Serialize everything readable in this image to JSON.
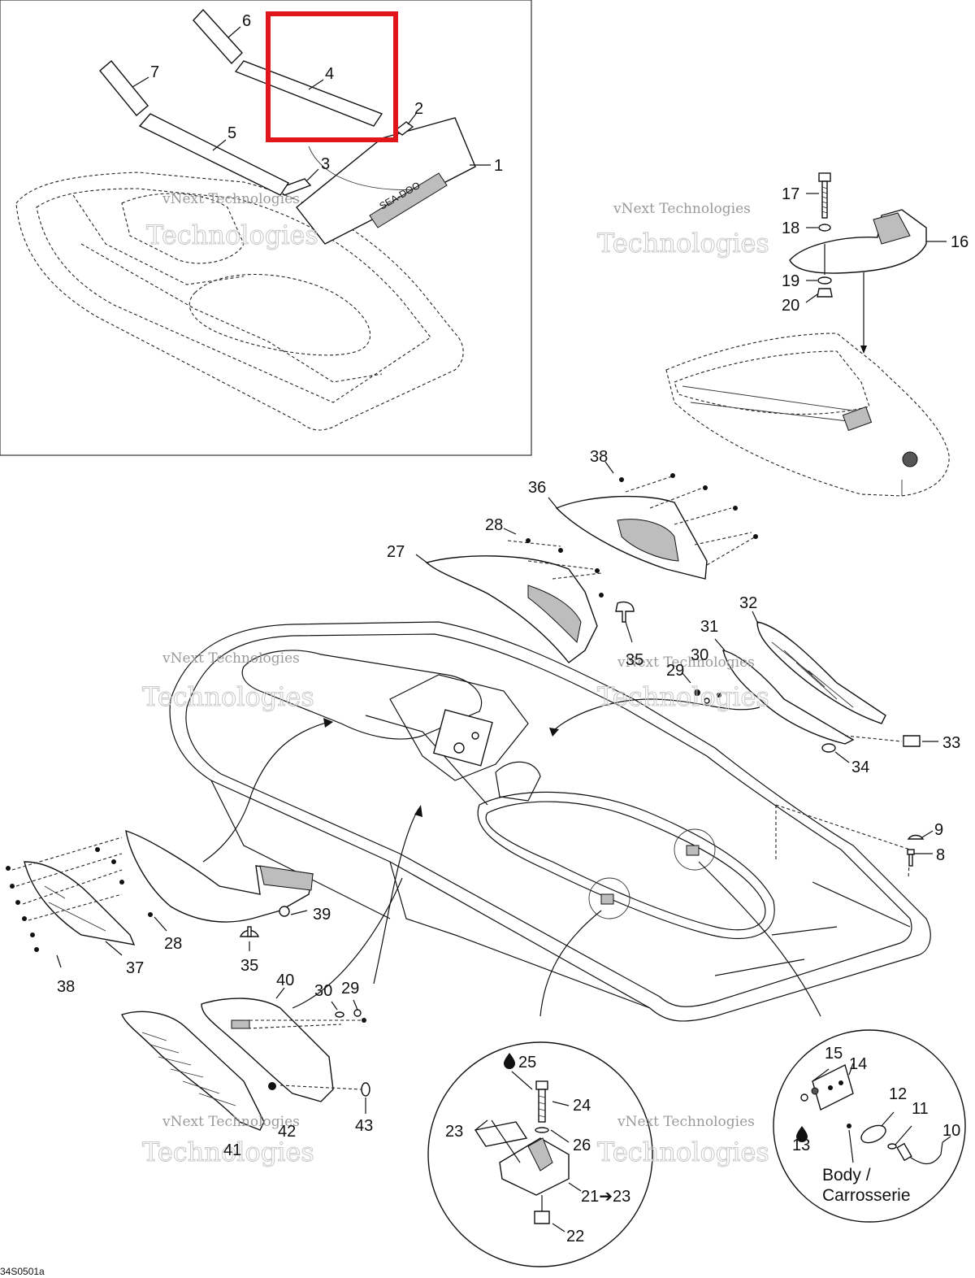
{
  "parts": [
    {
      "id": "label-1",
      "text": "1"
    },
    {
      "id": "label-2",
      "text": "2"
    },
    {
      "id": "label-3",
      "text": "3"
    },
    {
      "id": "label-4",
      "text": "4"
    },
    {
      "id": "label-5",
      "text": "5"
    },
    {
      "id": "label-6",
      "text": "6"
    },
    {
      "id": "label-7",
      "text": "7"
    },
    {
      "id": "label-8",
      "text": "8"
    },
    {
      "id": "label-9",
      "text": "9"
    },
    {
      "id": "label-10",
      "text": "10"
    },
    {
      "id": "label-11",
      "text": "11"
    },
    {
      "id": "label-12",
      "text": "12"
    },
    {
      "id": "label-13",
      "text": "13"
    },
    {
      "id": "label-14",
      "text": "14"
    },
    {
      "id": "label-15",
      "text": "15"
    },
    {
      "id": "label-16",
      "text": "16"
    },
    {
      "id": "label-17",
      "text": "17"
    },
    {
      "id": "label-18",
      "text": "18"
    },
    {
      "id": "label-19",
      "text": "19"
    },
    {
      "id": "label-20",
      "text": "20"
    },
    {
      "id": "label-21",
      "text": "21➔23"
    },
    {
      "id": "label-22",
      "text": "22"
    },
    {
      "id": "label-23",
      "text": "23"
    },
    {
      "id": "label-24",
      "text": "24"
    },
    {
      "id": "label-25",
      "text": "25"
    },
    {
      "id": "label-26",
      "text": "26"
    },
    {
      "id": "label-27",
      "text": "27"
    },
    {
      "id": "label-28a",
      "text": "28"
    },
    {
      "id": "label-28b",
      "text": "28"
    },
    {
      "id": "label-29a",
      "text": "29"
    },
    {
      "id": "label-29b",
      "text": "29"
    },
    {
      "id": "label-30a",
      "text": "30"
    },
    {
      "id": "label-30b",
      "text": "30"
    },
    {
      "id": "label-31",
      "text": "31"
    },
    {
      "id": "label-32",
      "text": "32"
    },
    {
      "id": "label-33",
      "text": "33"
    },
    {
      "id": "label-34",
      "text": "34"
    },
    {
      "id": "label-35a",
      "text": "35"
    },
    {
      "id": "label-35b",
      "text": "35"
    },
    {
      "id": "label-36",
      "text": "36"
    },
    {
      "id": "label-37",
      "text": "37"
    },
    {
      "id": "label-38a",
      "text": "38"
    },
    {
      "id": "label-38b",
      "text": "38"
    },
    {
      "id": "label-39",
      "text": "39"
    },
    {
      "id": "label-40",
      "text": "40"
    },
    {
      "id": "label-41",
      "text": "41"
    },
    {
      "id": "label-42",
      "text": "42"
    },
    {
      "id": "label-43",
      "text": "43"
    }
  ],
  "body_label": "Body /",
  "body_label_fr": "Carrosserie",
  "decal_text": "SEA-DOO",
  "drawing_ref": "34S0501a",
  "watermark_line1": "vNext Technologies",
  "watermark_line2": "Technologies",
  "highlight_color": "#e0161b",
  "line_color": "#111111"
}
